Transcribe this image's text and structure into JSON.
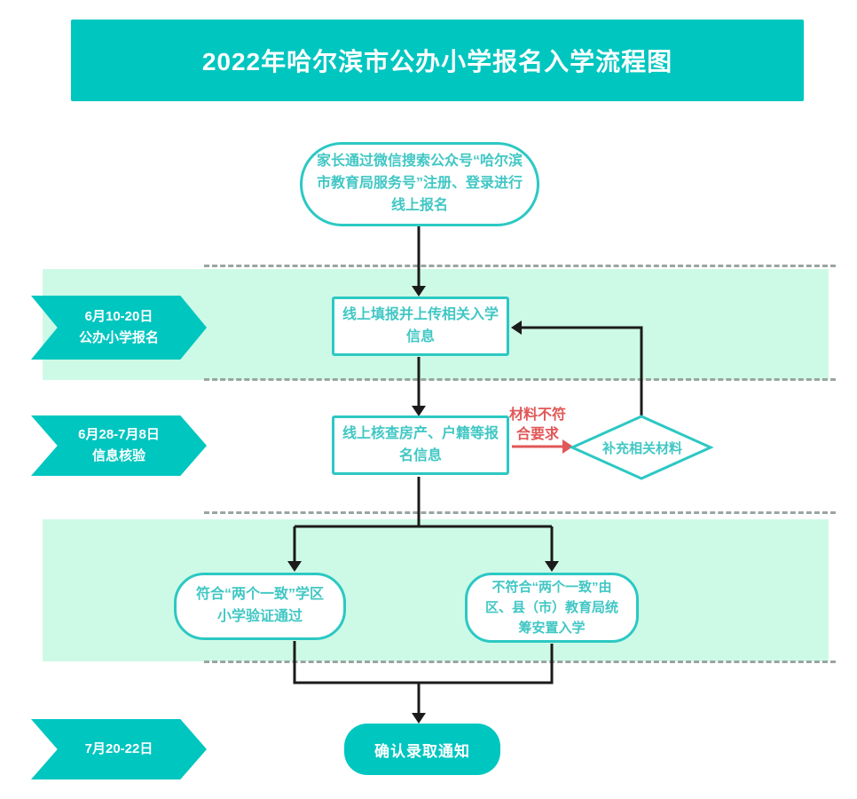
{
  "title": "2022年哈尔滨市公办小学报名入学流程图",
  "timeline": [
    {
      "date": "6月10-20日",
      "label": "公办小学报名"
    },
    {
      "date": "6月28-7月8日",
      "label": "信息核验"
    },
    {
      "date": "7月20-22日",
      "label": ""
    }
  ],
  "nodes": {
    "start": "家长通过微信搜索公众号“哈尔滨市教育局服务号”注册、登录进行线上报名",
    "fill": "线上填报并上传相关入学信息",
    "check": "线上核查房产、户籍等报名信息",
    "supplement": "补充相关材料",
    "match": "符合“两个一致”学区小学验证通过",
    "no_match": "不符合“两个一致”由区、县（市）教育局统筹安置入学",
    "confirm": "确认录取通知"
  },
  "labels": {
    "material_mismatch": "材料不符合要求"
  },
  "colors": {
    "teal": "#00c6c0",
    "teal_border": "#2cc8c3",
    "teal_text": "#41c7c4",
    "mint": "#cdfae6",
    "red": "#e15757",
    "line": "#1b1b1b"
  }
}
